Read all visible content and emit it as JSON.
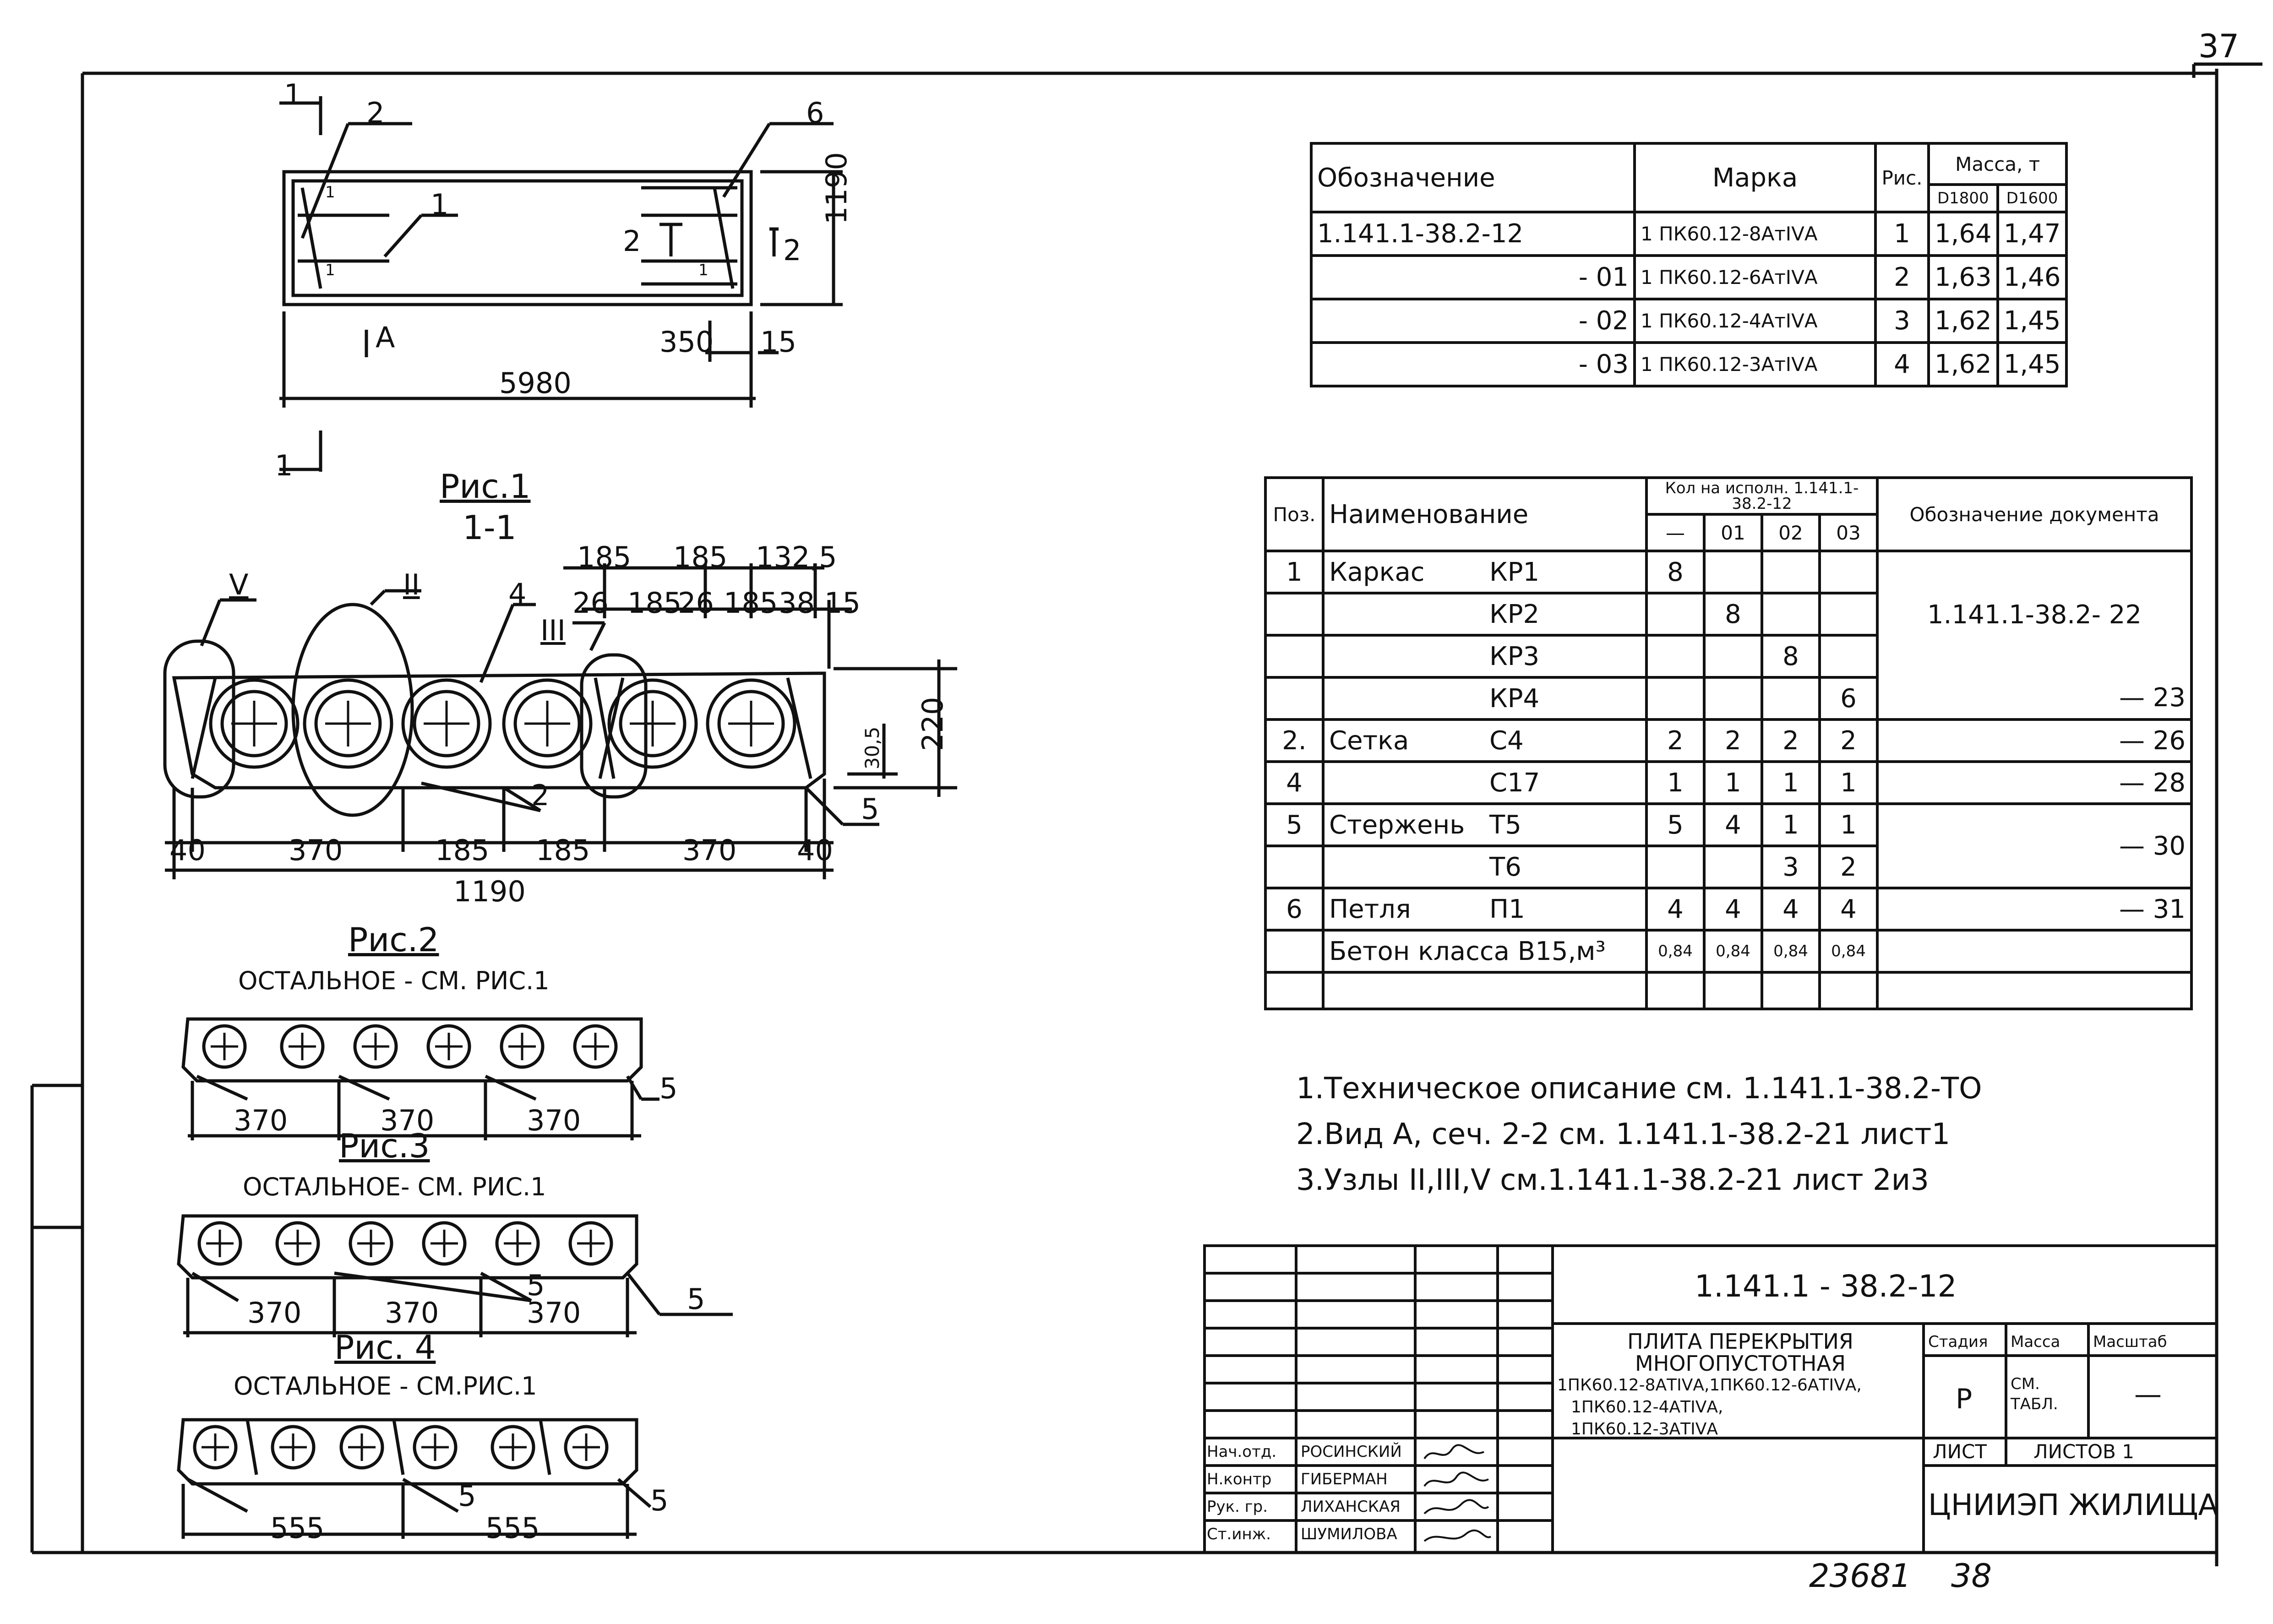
{
  "page_number": "37",
  "top_plan": {
    "cut_marks": [
      "1",
      "1"
    ],
    "leaders": [
      "2",
      "1",
      "6",
      "2",
      "2"
    ],
    "small_marks": [
      "1",
      "1",
      "1"
    ],
    "view_label": "А",
    "dim_length": "5980",
    "dim_350": "350",
    "dim_15": "15",
    "dim_1190": "1190"
  },
  "fig1": {
    "title": "Рис.1",
    "section": "1-1",
    "nodes": [
      "V",
      "II",
      "III"
    ],
    "leader_4": "4",
    "top_dims_1": [
      "185",
      "185",
      "132,5"
    ],
    "top_dims_2": [
      "26",
      "185",
      "26",
      "185",
      "38",
      "15"
    ],
    "right_dims": [
      "30,5",
      "220"
    ],
    "bottom_dims": [
      "40",
      "370",
      "185",
      "185",
      "370",
      "40"
    ],
    "total": "1190",
    "leaders_bottom": [
      "2",
      "5"
    ]
  },
  "fig2": {
    "title": "Рис.2",
    "note": "остальное - см. рис.1",
    "dims": [
      "370",
      "370",
      "370"
    ],
    "leader": "5"
  },
  "fig3": {
    "title": "Рис.3",
    "note": "остальное- см. рис.1",
    "dims": [
      "370",
      "370",
      "370"
    ],
    "leaders": [
      "5",
      "5"
    ]
  },
  "fig4": {
    "title": "Рис. 4",
    "note": "остальное - см.рис.1",
    "dims": [
      "555",
      "555"
    ],
    "leaders": [
      "5",
      "5"
    ]
  },
  "marks_table": {
    "headers": {
      "designation": "Обозначение",
      "mark": "Марка",
      "fig": "Рис.",
      "mass": "Масса, т",
      "d1800": "D1800",
      "d1600": "D1600"
    },
    "rows": [
      {
        "designation": "1.141.1-38.2-12",
        "mark": "1 ПК60.12-8АтIVА",
        "fig": "1",
        "m1": "1,64",
        "m2": "1,47"
      },
      {
        "designation": "- 01",
        "mark": "1 ПК60.12-6АтIVА",
        "fig": "2",
        "m1": "1,63",
        "m2": "1,46"
      },
      {
        "designation": "- 02",
        "mark": "1 ПК60.12-4АтIVА",
        "fig": "3",
        "m1": "1,62",
        "m2": "1,45"
      },
      {
        "designation": "- 03",
        "mark": "1 ПК60.12-3АтIVА",
        "fig": "4",
        "m1": "1,62",
        "m2": "1,45"
      }
    ]
  },
  "spec_table": {
    "headers": {
      "pos": "Поз.",
      "name": "Наименование",
      "qty": "Кол на исполн. 1.141.1-38.2-12",
      "q0": "—",
      "q1": "01",
      "q2": "02",
      "q3": "03",
      "doc": "Обозначение документа"
    },
    "rows": [
      {
        "pos": "1",
        "name": "Каркас",
        "mark": "КР1",
        "q0": "8",
        "q1": "",
        "q2": "",
        "q3": "",
        "doc": ""
      },
      {
        "pos": "",
        "name": "",
        "mark": "КР2",
        "q0": "",
        "q1": "8",
        "q2": "",
        "q3": "",
        "doc": "1.141.1-38.2- 22"
      },
      {
        "pos": "",
        "name": "",
        "mark": "КР3",
        "q0": "",
        "q1": "",
        "q2": "8",
        "q3": "",
        "doc": ""
      },
      {
        "pos": "",
        "name": "",
        "mark": "КР4",
        "q0": "",
        "q1": "",
        "q2": "",
        "q3": "6",
        "doc": "— 23"
      },
      {
        "pos": "2.",
        "name": "Сетка",
        "mark": "С4",
        "q0": "2",
        "q1": "2",
        "q2": "2",
        "q3": "2",
        "doc": "— 26"
      },
      {
        "pos": "4",
        "name": "",
        "mark": "С17",
        "q0": "1",
        "q1": "1",
        "q2": "1",
        "q3": "1",
        "doc": "— 28"
      },
      {
        "pos": "5",
        "name": "Стержень",
        "mark": "Т5",
        "q0": "5",
        "q1": "4",
        "q2": "1",
        "q3": "1",
        "doc": "— 30"
      },
      {
        "pos": "",
        "name": "",
        "mark": "Т6",
        "q0": "",
        "q1": "",
        "q2": "3",
        "q3": "2",
        "doc": ""
      },
      {
        "pos": "6",
        "name": "Петля",
        "mark": "П1",
        "q0": "4",
        "q1": "4",
        "q2": "4",
        "q3": "4",
        "doc": "— 31"
      },
      {
        "pos": "",
        "name": "Бетон класса В15,м³",
        "mark": "",
        "q0": "0,84",
        "q1": "0,84",
        "q2": "0,84",
        "q3": "0,84",
        "doc": ""
      },
      {
        "pos": "",
        "name": "",
        "mark": "",
        "q0": "",
        "q1": "",
        "q2": "",
        "q3": "",
        "doc": ""
      }
    ]
  },
  "notes": [
    "1.Техническое описание см. 1.141.1-38.2-ТО",
    "2.Вид А, сеч. 2-2 см. 1.141.1-38.2-21 лист1",
    "3.Узлы II,III,V см.1.141.1-38.2-21 лист 2и3"
  ],
  "title_block": {
    "code": "1.141.1 - 38.2-12",
    "title": [
      "Плита перекрытия",
      "многопустотная",
      "1ПК60.12-8АтIVА,1ПК60.12-6АтIVА,",
      "1ПК60.12-4АтIVА,",
      "1ПК60.12-3АтIVА"
    ],
    "stage_label": "Стадия",
    "mass_label": "Масса",
    "scale_label": "Масштаб",
    "stage": "Р",
    "mass": "См. табл.",
    "scale": "—",
    "sheet_label": "Лист",
    "sheets_label": "Листов 1",
    "org": "ЦНИИЭП жилища",
    "staff": [
      {
        "role": "Нач.отд.",
        "name": "Росинский"
      },
      {
        "role": "Н.контр",
        "name": "Гиберман"
      },
      {
        "role": "Рук. гр.",
        "name": "Лиханская"
      },
      {
        "role": "Ст.инж.",
        "name": "Шумилова"
      }
    ]
  },
  "footer": {
    "inv": "23681",
    "page": "38"
  }
}
